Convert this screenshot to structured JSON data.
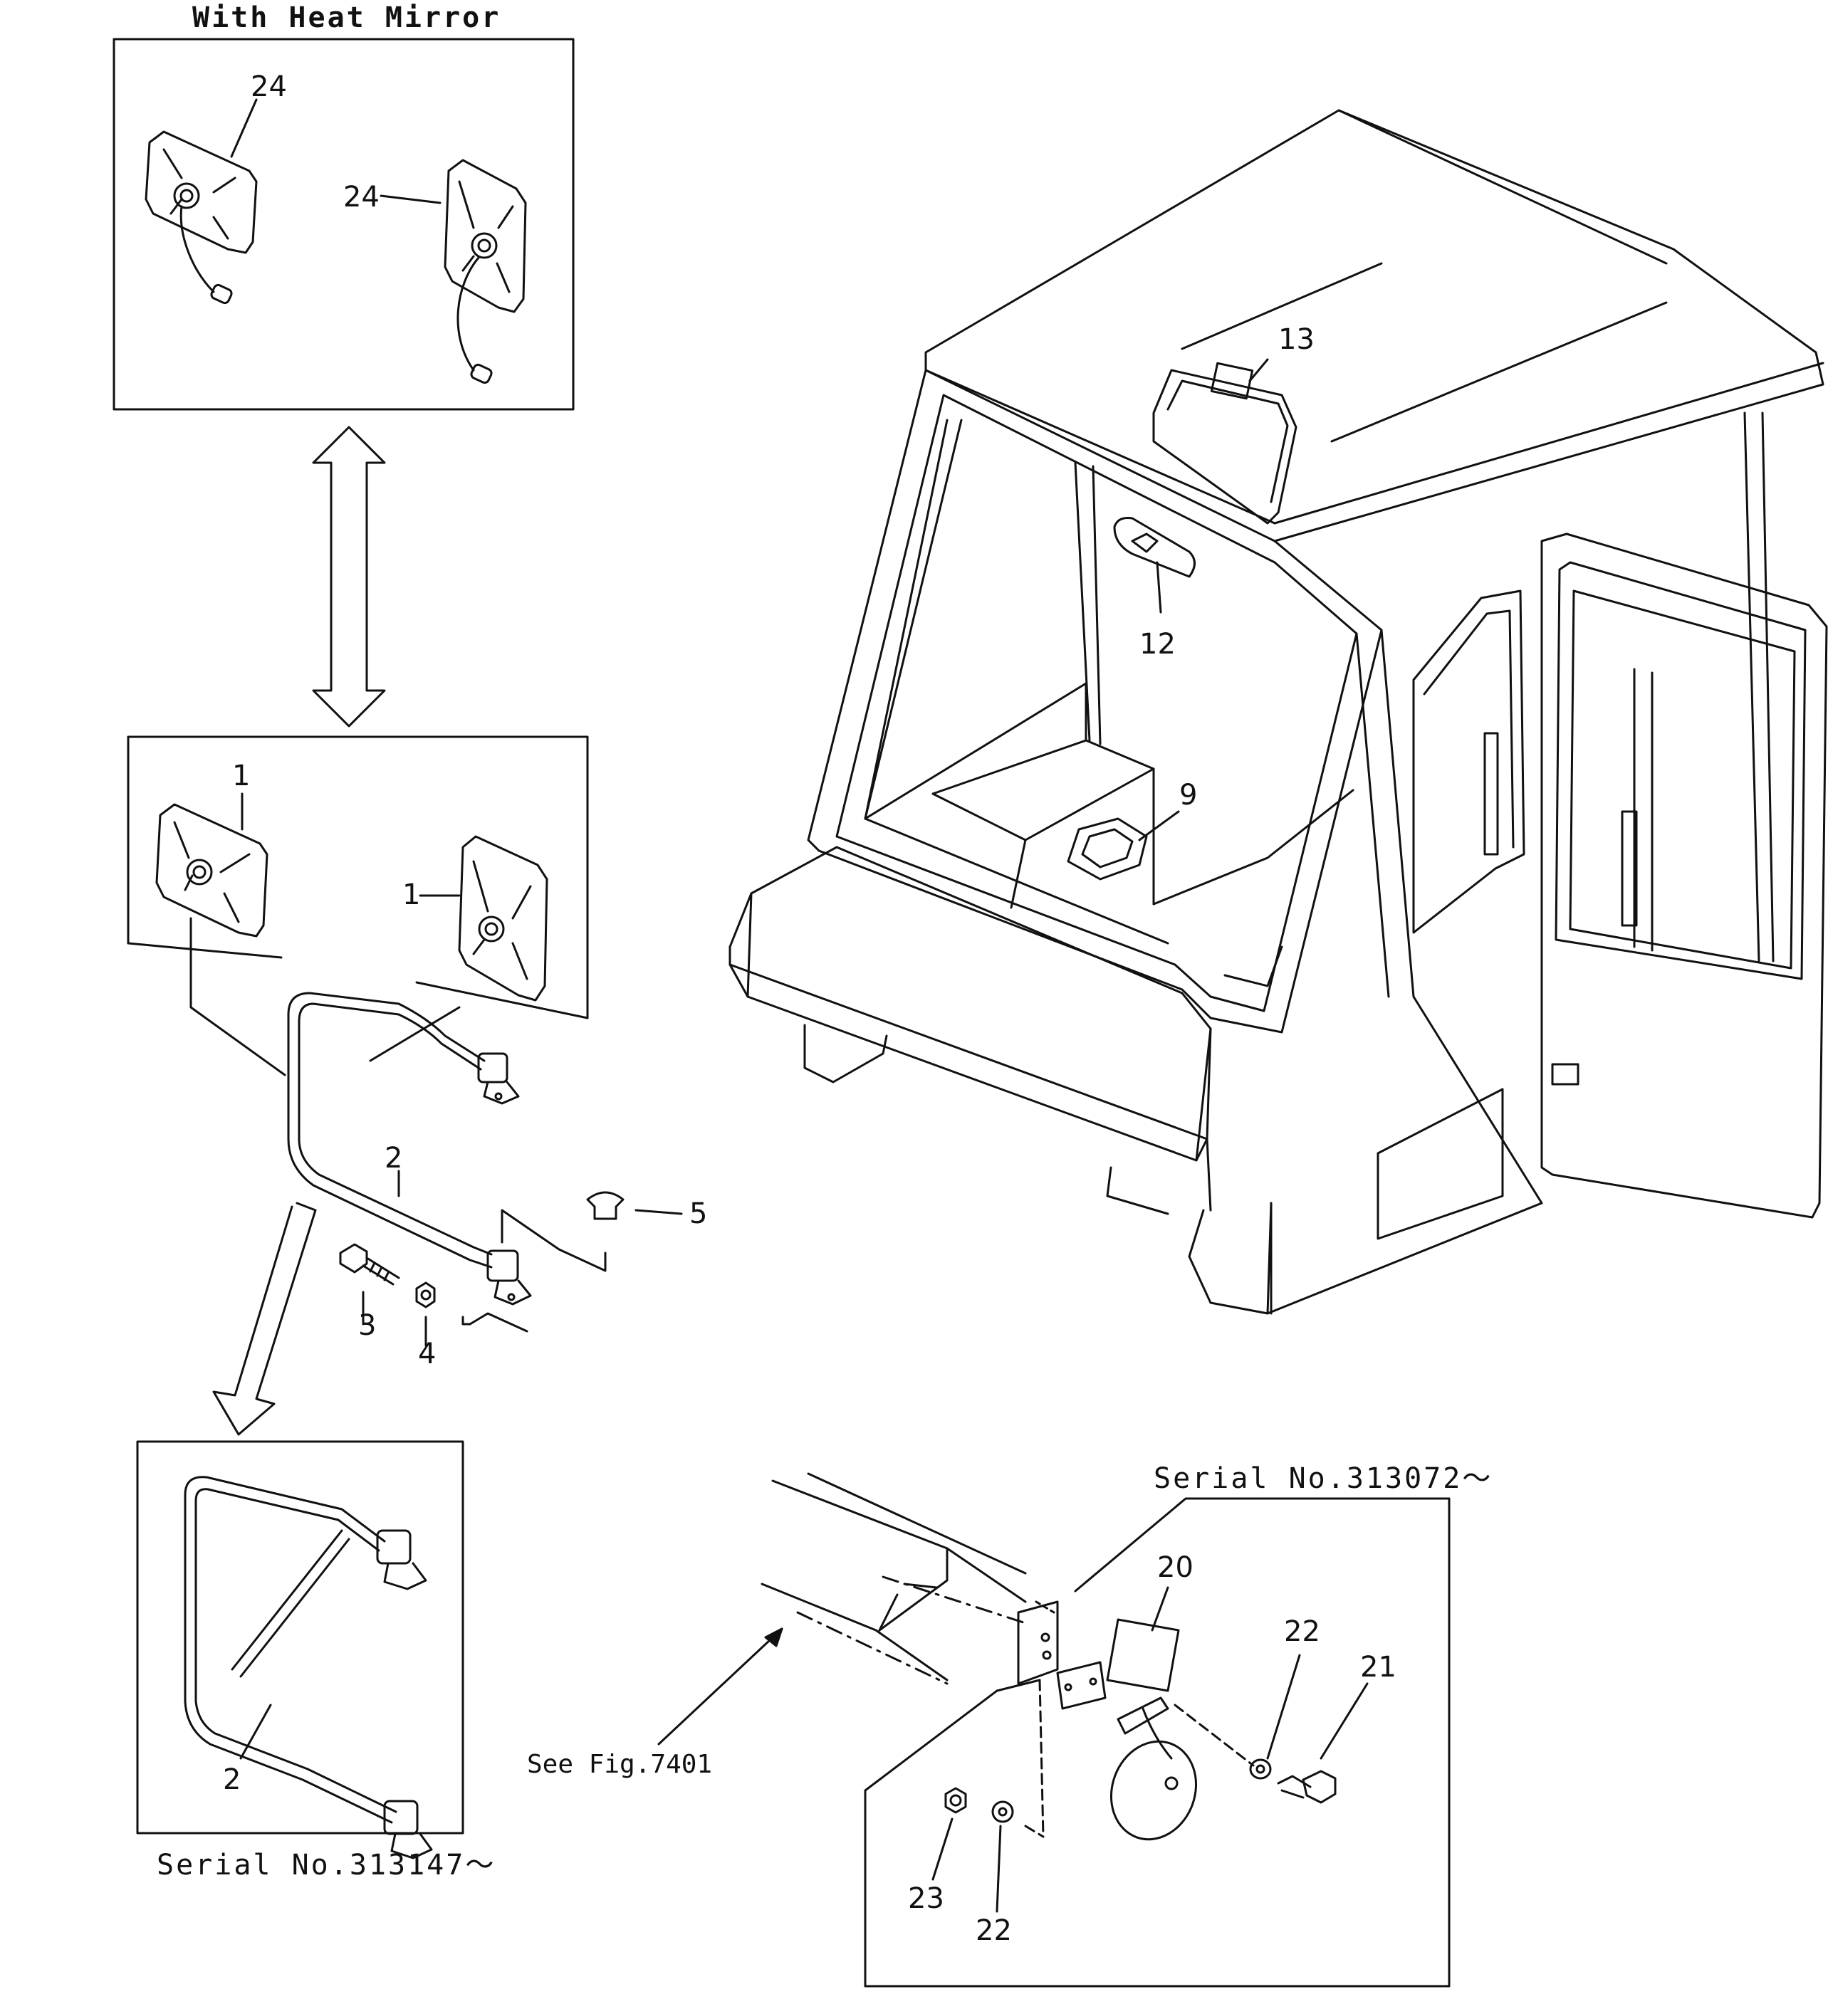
{
  "title": "With Heat Mirror",
  "callouts": {
    "c1a": "1",
    "c1b": "1",
    "c2a": "2",
    "c2b": "2",
    "c3": "3",
    "c4": "4",
    "c5": "5",
    "c9": "9",
    "c12": "12",
    "c13": "13",
    "c20": "20",
    "c21": "21",
    "c22a": "22",
    "c22b": "22",
    "c23": "23",
    "c24a": "24",
    "c24b": "24"
  },
  "notes": {
    "see_fig": "See Fig.7401",
    "serial_lower_left": "Serial  No.313147～",
    "serial_lower_right": "Serial  No.313072～"
  }
}
